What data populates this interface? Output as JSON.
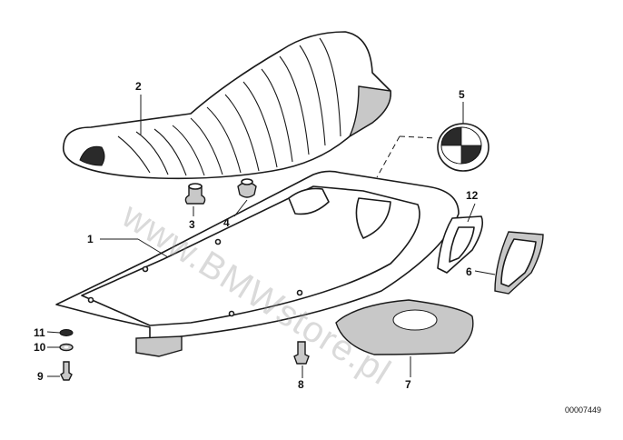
{
  "callouts": {
    "c1": "1",
    "c2": "2",
    "c3": "3",
    "c4": "4",
    "c5": "5",
    "c6": "6",
    "c7": "7",
    "c8": "8",
    "c9": "9",
    "c10": "10",
    "c11": "11",
    "c12": "12"
  },
  "reference_number": "00007449",
  "watermark": "www.BMWstore.pl"
}
